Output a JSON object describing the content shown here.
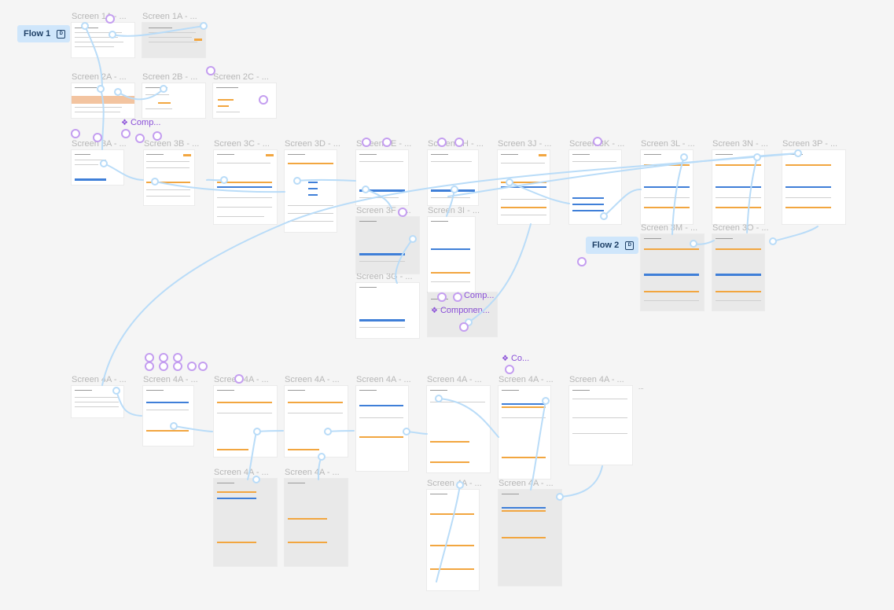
{
  "canvas": {
    "background": "#f5f5f5",
    "wire_color": "#b9dcf8",
    "comment_color": "#c49ef0"
  },
  "flows": [
    {
      "id": "flow1",
      "label": "Flow 1"
    },
    {
      "id": "flow2",
      "label": "Flow 2"
    }
  ],
  "component_labels": [
    {
      "id": "c1",
      "text": "Comp..."
    },
    {
      "id": "c2",
      "text": "Comp..."
    },
    {
      "id": "c3",
      "text": "Componen..."
    },
    {
      "id": "c4",
      "text": "Co..."
    }
  ],
  "screens": [
    {
      "id": "s1a1",
      "label": "Screen 1A - ..."
    },
    {
      "id": "s1a2",
      "label": "Screen 1A - ..."
    },
    {
      "id": "s2a",
      "label": "Screen 2A - ..."
    },
    {
      "id": "s2b",
      "label": "Screen 2B - ..."
    },
    {
      "id": "s2c",
      "label": "Screen 2C - ..."
    },
    {
      "id": "s3a",
      "label": "Screen 3A - ..."
    },
    {
      "id": "s3b",
      "label": "Screen 3B - ..."
    },
    {
      "id": "s3c",
      "label": "Screen 3C - ..."
    },
    {
      "id": "s3d",
      "label": "Screen 3D - ..."
    },
    {
      "id": "s3e",
      "label": "Screen 3E - ..."
    },
    {
      "id": "s3h",
      "label": "Screen 3H - ..."
    },
    {
      "id": "s3j",
      "label": "Screen 3J - ..."
    },
    {
      "id": "s3k",
      "label": "Screen 3K - ..."
    },
    {
      "id": "s3l",
      "label": "Screen 3L - ..."
    },
    {
      "id": "s3n",
      "label": "Screen 3N - ..."
    },
    {
      "id": "s3p",
      "label": "Screen 3P - ..."
    },
    {
      "id": "s3f",
      "label": "Screen 3F - ..."
    },
    {
      "id": "s3i",
      "label": "Screen 3I - ..."
    },
    {
      "id": "s3g",
      "label": "Screen 3G - ..."
    },
    {
      "id": "s3m",
      "label": "Screen 3M - ..."
    },
    {
      "id": "s3o",
      "label": "Screen 3O - ..."
    },
    {
      "id": "s4a1",
      "label": "Screen 4A - ..."
    },
    {
      "id": "s4a2",
      "label": "Screen 4A - ..."
    },
    {
      "id": "s4a3",
      "label": "Screen 4A - ..."
    },
    {
      "id": "s4a4",
      "label": "Screen 4A - ..."
    },
    {
      "id": "s4a5",
      "label": "Screen 4A - ..."
    },
    {
      "id": "s4a6",
      "label": "Screen 4A - ..."
    },
    {
      "id": "s4a7",
      "label": "Screen 4A - ..."
    },
    {
      "id": "s4a8",
      "label": "Screen 4A - ..."
    },
    {
      "id": "s4a9",
      "label": "Screen 4A - ..."
    },
    {
      "id": "s4a10",
      "label": "Screen 4A - ..."
    },
    {
      "id": "s4a11",
      "label": "Screen 4A - ..."
    },
    {
      "id": "s4a12",
      "label": "Screen 4A - ..."
    }
  ],
  "stray_text": "..."
}
